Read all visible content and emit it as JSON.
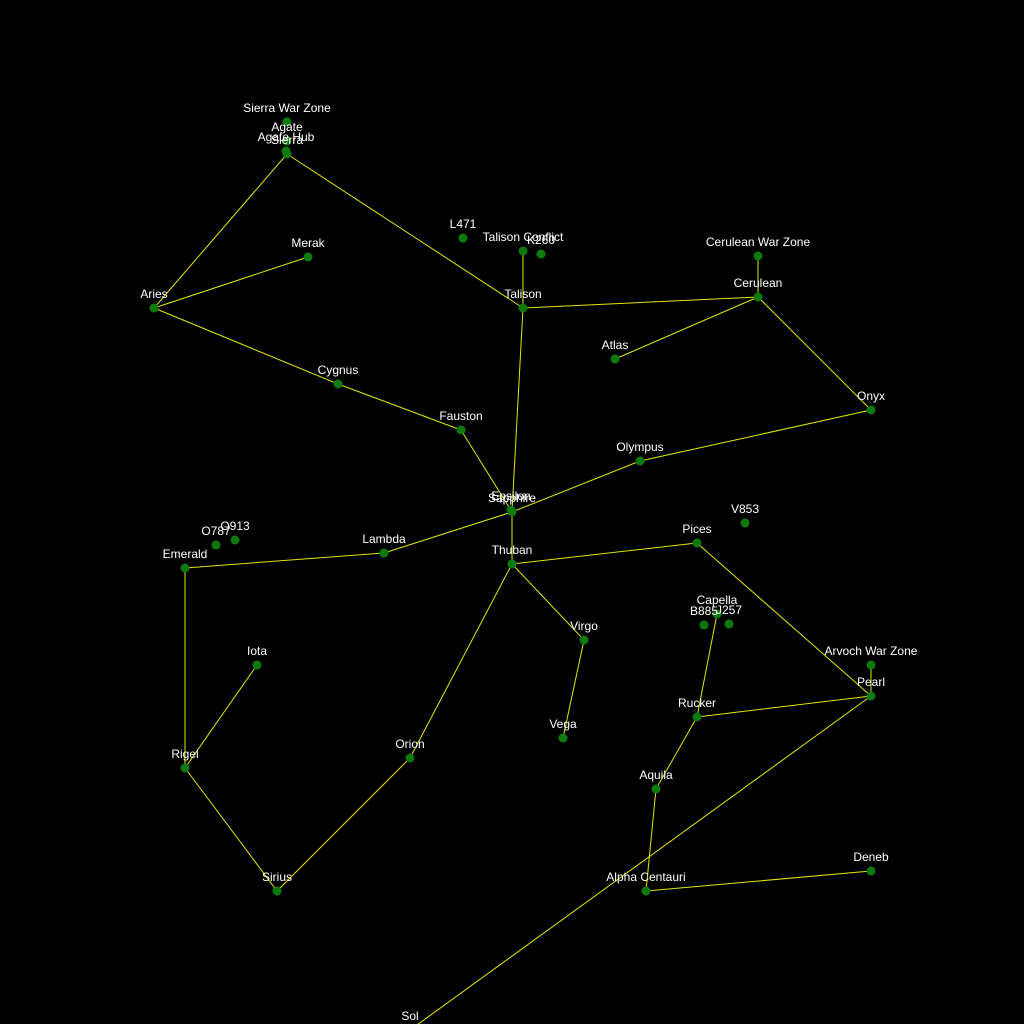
{
  "map": {
    "colors": {
      "background": "#000000",
      "lane": "#e6e600",
      "system": "#0c7a0c",
      "label": "#ffffff"
    },
    "systems": [
      {
        "name": "Sierra War Zone"
      },
      {
        "name": "Agate"
      },
      {
        "name": "Agate Hub"
      },
      {
        "name": "Sierra"
      },
      {
        "name": "Merak"
      },
      {
        "name": "Aries"
      },
      {
        "name": "L471"
      },
      {
        "name": "Talison Conflict"
      },
      {
        "name": "K260"
      },
      {
        "name": "Talison"
      },
      {
        "name": "Cerulean War Zone"
      },
      {
        "name": "Cerulean"
      },
      {
        "name": "Atlas"
      },
      {
        "name": "Onyx"
      },
      {
        "name": "Cygnus"
      },
      {
        "name": "Fauston"
      },
      {
        "name": "Olympus"
      },
      {
        "name": "Sapphire"
      },
      {
        "name": "Epsilon"
      },
      {
        "name": "V853"
      },
      {
        "name": "O787"
      },
      {
        "name": "O913"
      },
      {
        "name": "Emerald"
      },
      {
        "name": "Lambda"
      },
      {
        "name": "Thuban"
      },
      {
        "name": "Pices"
      },
      {
        "name": "Capella"
      },
      {
        "name": "B885"
      },
      {
        "name": "J257"
      },
      {
        "name": "Arvoch War Zone"
      },
      {
        "name": "Pearl"
      },
      {
        "name": "Iota"
      },
      {
        "name": "Virgo"
      },
      {
        "name": "Vega"
      },
      {
        "name": "Rucker"
      },
      {
        "name": "Rigel"
      },
      {
        "name": "Orion"
      },
      {
        "name": "Aquila"
      },
      {
        "name": "Deneb"
      },
      {
        "name": "Sirius"
      },
      {
        "name": "Alpha Centauri"
      },
      {
        "name": "Sol"
      }
    ]
  }
}
